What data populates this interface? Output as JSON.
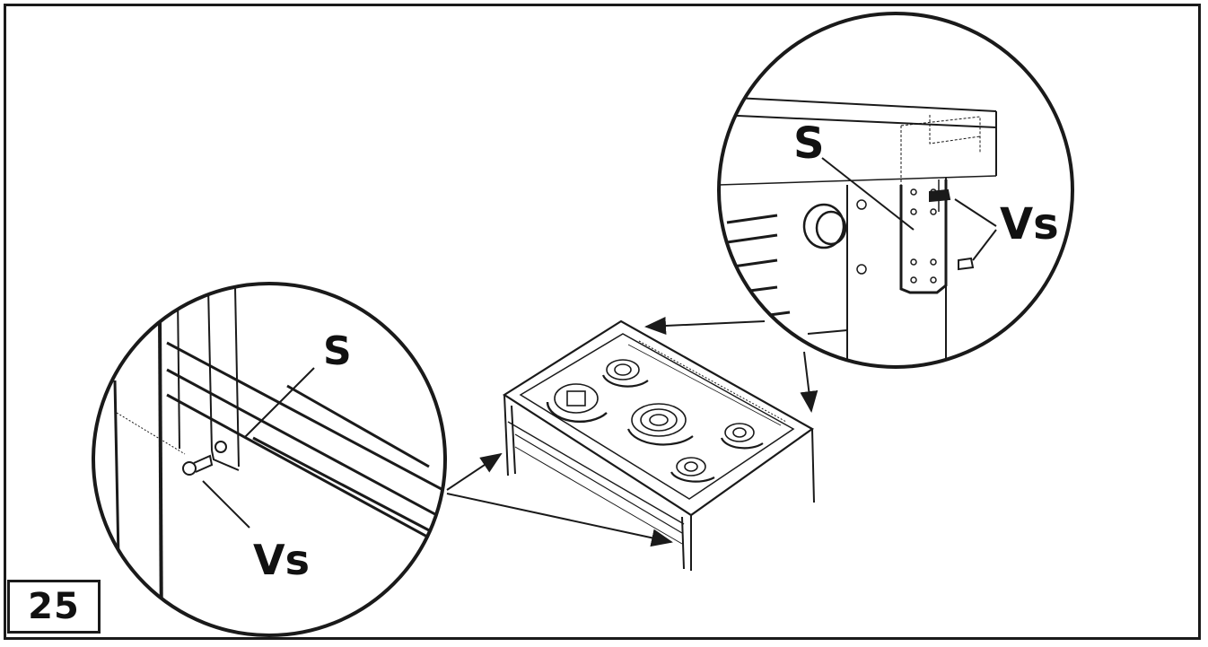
{
  "figure": {
    "number": "25"
  },
  "callouts": {
    "detail_left": {
      "part_label": "S",
      "screw_label": "Vs"
    },
    "detail_right": {
      "part_label": "S",
      "screw_label": "Vs"
    }
  },
  "colors": {
    "line": "#1a1a1a",
    "background": "#ffffff"
  }
}
